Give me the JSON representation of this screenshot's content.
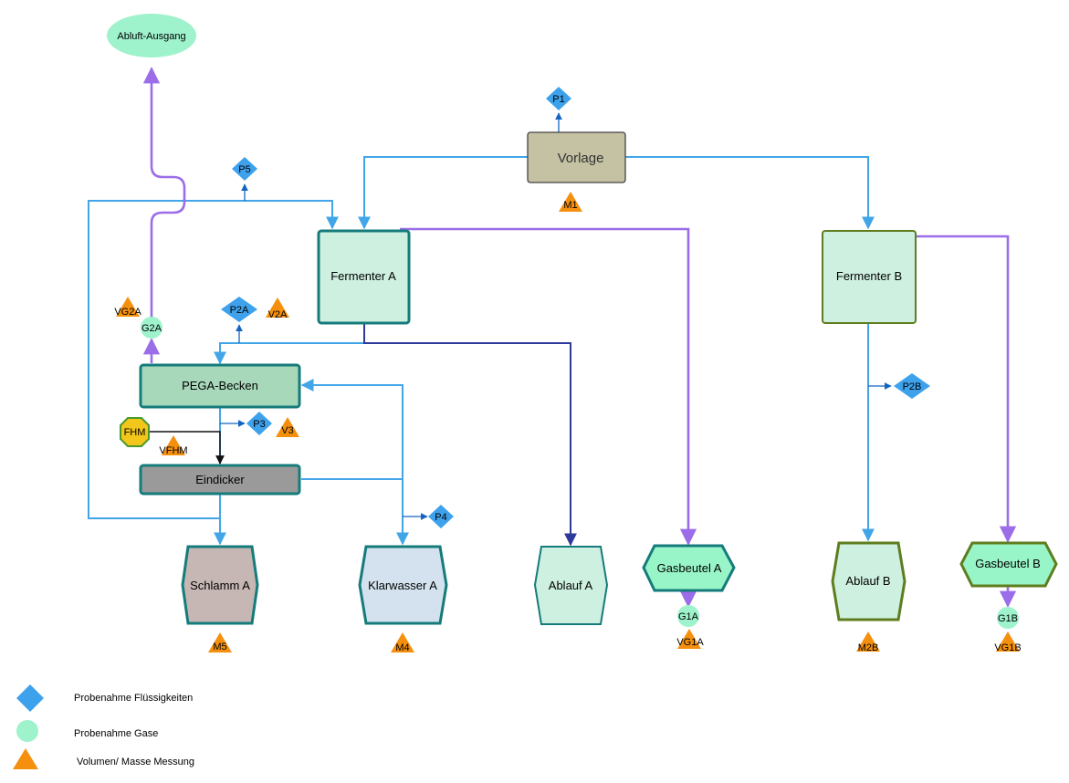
{
  "nodes": {
    "abluft": "Abluft-Ausgang",
    "vorlage": "Vorlage",
    "fermenter_a": "Fermenter A",
    "fermenter_b": "Fermenter B",
    "pega": "PEGA-Becken",
    "eindicker": "Eindicker",
    "fhm": "FHM",
    "schlamm_a": "Schlamm A",
    "klarwasser_a": "Klarwasser A",
    "ablauf_a": "Ablauf A",
    "gasbeutel_a": "Gasbeutel A",
    "ablauf_b": "Ablauf B",
    "gasbeutel_b": "Gasbeutel B"
  },
  "markers": {
    "p1": "P1",
    "p5": "P5",
    "p2a": "P2A",
    "p2b": "P2B",
    "p3": "P3",
    "p4": "P4",
    "m1": "M1",
    "m2b": "M2B",
    "m4": "M4",
    "m5": "M5",
    "v2a": "V2A",
    "v3": "V3",
    "vg2a": "VG2A",
    "vfhm": "VFHM",
    "vg1a": "VG1A",
    "vg1b": "VG1B",
    "g2a": "G2A",
    "g1a": "G1A",
    "g1b": "G1B"
  },
  "legend": {
    "liquid": "Probenahme Flüssigkeiten",
    "gas": "Probenahme Gase",
    "volume": "Volumen/ Masse Messung"
  },
  "colors": {
    "liquid_line": "#42a5e8",
    "gas_line": "#9b6de8",
    "dark_line": "#2d3a9a",
    "diamond": "#3ea1ec",
    "triangle": "#f5900f",
    "gas_circle": "#9ef2cc"
  }
}
